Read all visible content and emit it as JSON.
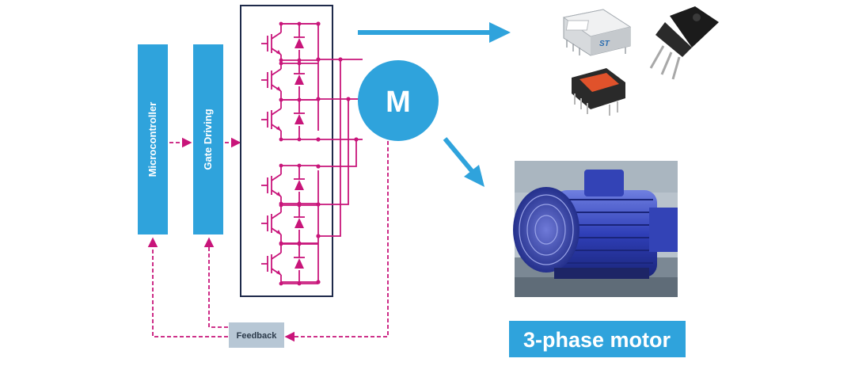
{
  "blocks": {
    "microcontroller": "Microcontroller",
    "gate_driving": "Gate Driving",
    "feedback": "Feedback",
    "motor_symbol": "M"
  },
  "caption": "3-phase motor",
  "package_brand": "ST",
  "colors": {
    "accent_blue": "#2fa3dc",
    "circuit_magenta": "#c8157a",
    "feedback_box": "#b7c7d5",
    "inverter_border": "#1e2a4a"
  },
  "icons": [
    "power-module-icon",
    "to247-transistor-icon",
    "ipm-module-icon",
    "motor-photo"
  ]
}
